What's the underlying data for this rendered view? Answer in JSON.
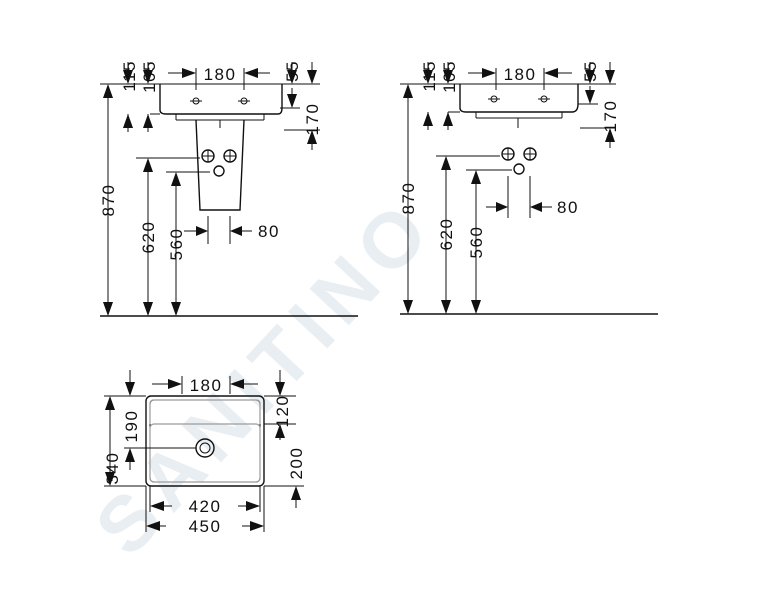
{
  "colors": {
    "line": "#111111",
    "background": "#ffffff",
    "watermark": "#e9eef2"
  },
  "watermark": {
    "text": "SANITINO"
  },
  "side_view_with_pedestal": {
    "top_dims": {
      "d115": "115",
      "d105": "105",
      "d180": "180",
      "d55": "55"
    },
    "right_dims": {
      "d170": "170"
    },
    "left_dims": {
      "d870": "870",
      "d620": "620",
      "d560": "560"
    },
    "bottom_dims": {
      "d80": "80"
    }
  },
  "side_view_wall": {
    "top_dims": {
      "d115": "115",
      "d105": "105",
      "d180": "180",
      "d55": "55"
    },
    "right_dims": {
      "d170": "170"
    },
    "left_dims": {
      "d870": "870",
      "d620": "620",
      "d560": "560"
    },
    "bottom_dims": {
      "d80": "80"
    }
  },
  "top_view": {
    "top_dims": {
      "d180": "180"
    },
    "left_dims": {
      "d340": "340",
      "d190": "190"
    },
    "right_dims": {
      "d120": "120",
      "d200": "200"
    },
    "bottom_dims": {
      "d420": "420",
      "d450": "450"
    }
  }
}
